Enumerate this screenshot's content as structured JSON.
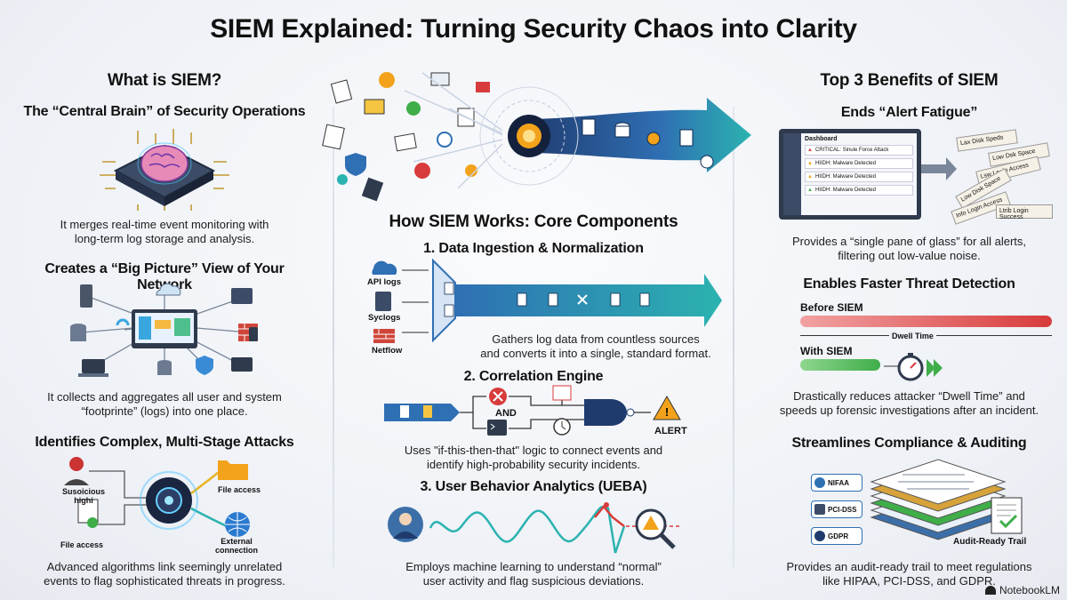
{
  "title": "SIEM Explained: Turning Security Chaos into Clarity",
  "left": {
    "heading": "What is SIEM?",
    "s1": {
      "title": "The “Central Brain” of Security Operations",
      "text1": "It merges real-time event monitoring with",
      "text2": "long-term log storage and analysis."
    },
    "s2": {
      "title": "Creates a “Big Picture” View of Your Network",
      "text1": "It collects and aggregates all user and system",
      "text2": "“footprinte” (logs) into one place."
    },
    "s3": {
      "title": "Identifies Complex, Multi-Stage Attacks",
      "label_suspicious1": "Susoicious",
      "label_suspicious2": "highi",
      "label_file_access_1": "File access",
      "label_file_access_2": "File access",
      "label_external1": "External",
      "label_external2": "connection",
      "text1": "Advanced algorithms link seemingly unrelated",
      "text2": "events to flag sophisticated threats in progress."
    }
  },
  "center": {
    "heading": "How SIEM Works: Core Components",
    "c1": {
      "title": "1. Data Ingestion & Normalization",
      "src_api": "API logs",
      "src_sys": "Syclogs",
      "src_net": "Netflow",
      "text1": "Gathers log data from countless sources",
      "text2": "and converts it into a single, standard format."
    },
    "c2": {
      "title": "2. Correlation Engine",
      "and": "AND",
      "alert": "ALERT",
      "text1": "Uses \"if-this-then-that\" logic to connect events and",
      "text2": "identify high-probability security incidents."
    },
    "c3": {
      "title": "3. User Behavior Analytics (UEBA)",
      "text1": "Employs machine learning to understand “normal”",
      "text2": "user activity and flag suspicious deviations."
    }
  },
  "right": {
    "heading": "Top 3 Benefits of SIEM",
    "b1": {
      "title": "Ends “Alert Fatigue”",
      "dash_title": "Dashboard",
      "alerts": [
        "CRITICAL: Sinule Force Attack",
        "HIIDH: Malware Detected",
        "HIIDH: Malware Detected",
        "HIIDH: Malware Detected"
      ],
      "noise": [
        "Lax Disk Speds",
        "Low Dsk Space",
        "Lsw Login Access",
        "Low Disk Space",
        "Info Login Access",
        "Ltrib Login Success"
      ],
      "text1": "Provides a “single pane of glass” for all alerts,",
      "text2": "filtering out low-value noise."
    },
    "b2": {
      "title": "Enables Faster Threat Detection",
      "before": "Before SIEM",
      "dwell": "Dwell Time",
      "with": "With SIEM",
      "text1": "Drastically reduces attacker “Dwell Time” and",
      "text2": "speeds up forensic investigations after an incident."
    },
    "b3": {
      "title": "Streamlines Compliance & Auditing",
      "badges": [
        "NIFAA",
        "PCI-DSS",
        "GDPR"
      ],
      "trail": "Audit-Ready Trail",
      "text1": "Provides an audit-ready trail to meet regulations",
      "text2": "like HIPAA, PCI-DSS, and GDPR."
    }
  },
  "footer": {
    "brand": "NotebookLM"
  },
  "colors": {
    "blue": "#2f6fb3",
    "teal": "#2bb3b0",
    "red": "#d83b3b",
    "green": "#3fae49",
    "orange": "#f2a31b"
  }
}
